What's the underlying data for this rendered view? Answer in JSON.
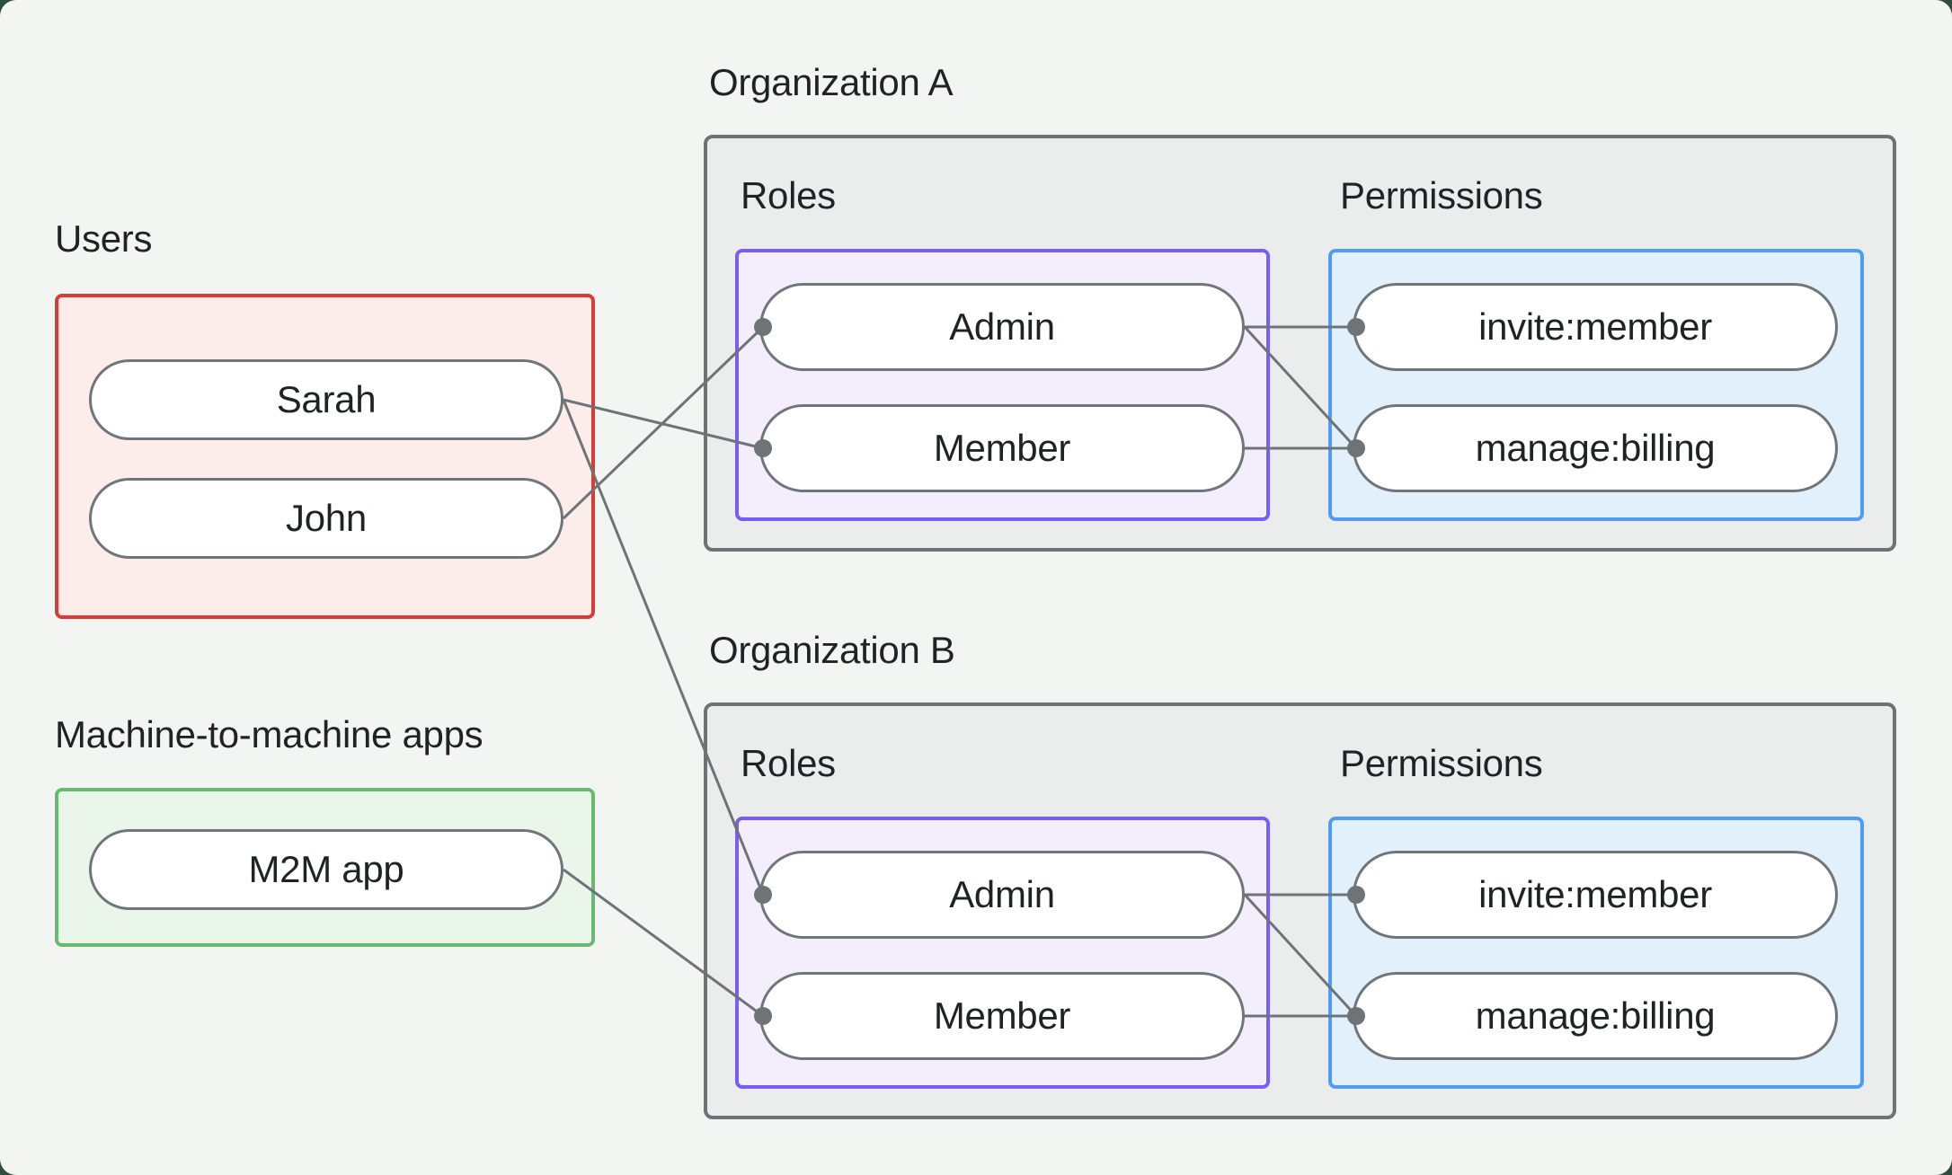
{
  "page": {
    "backdrop_color": "#2d4f3b",
    "card_color": "#f3f5f2"
  },
  "users_group": {
    "label": "Users",
    "items": [
      {
        "label": "Sarah"
      },
      {
        "label": "John"
      }
    ]
  },
  "m2m_group": {
    "label": "Machine-to-machine apps",
    "items": [
      {
        "label": "M2M app"
      }
    ]
  },
  "organizations": [
    {
      "title": "Organization A",
      "roles_label": "Roles",
      "permissions_label": "Permissions",
      "roles": [
        {
          "label": "Admin"
        },
        {
          "label": "Member"
        }
      ],
      "permissions": [
        {
          "label": "invite:member"
        },
        {
          "label": "manage:billing"
        }
      ]
    },
    {
      "title": "Organization B",
      "roles_label": "Roles",
      "permissions_label": "Permissions",
      "roles": [
        {
          "label": "Admin"
        },
        {
          "label": "Member"
        }
      ],
      "permissions": [
        {
          "label": "invite:member"
        },
        {
          "label": "manage:billing"
        }
      ]
    }
  ],
  "connections": [
    {
      "from": "Sarah",
      "to": "Organization A / Member"
    },
    {
      "from": "John",
      "to": "Organization A / Admin"
    },
    {
      "from": "Sarah",
      "to": "Organization B / Admin"
    },
    {
      "from": "M2M app",
      "to": "Organization B / Member"
    },
    {
      "from": "Organization A / Admin",
      "to": "Organization A / invite:member"
    },
    {
      "from": "Organization A / Admin",
      "to": "Organization A / manage:billing"
    },
    {
      "from": "Organization A / Member",
      "to": "Organization A / manage:billing"
    },
    {
      "from": "Organization B / Admin",
      "to": "Organization B / invite:member"
    },
    {
      "from": "Organization B / Admin",
      "to": "Organization B / manage:billing"
    },
    {
      "from": "Organization B / Member",
      "to": "Organization B / manage:billing"
    }
  ],
  "colors": {
    "backdrop": "#2d4f3b",
    "card_bg": "#f3f5f2",
    "text": "#1f2326",
    "red_border": "#db3b36",
    "red_fill": "#fcedea",
    "green_border": "#68ba6f",
    "green_fill": "#ebf6eb",
    "purple_border": "#7a5cf6",
    "purple_fill": "#f4eefc",
    "blue_border": "#4f9cf6",
    "blue_fill": "#e2f0fc",
    "gray_border": "#6e7377",
    "gray_fill": "#ebedec",
    "pill_border": "#70757a",
    "pill_fill": "#ffffff",
    "edge": "#6e7377"
  }
}
